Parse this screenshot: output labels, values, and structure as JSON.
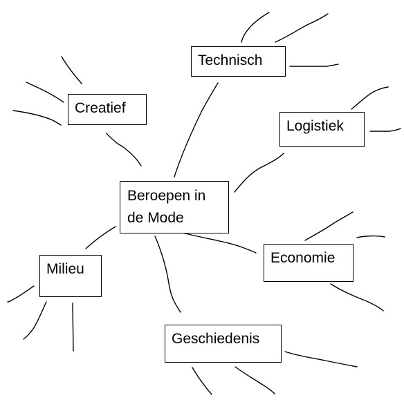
{
  "mindmap": {
    "center": {
      "label": "Beroepen in de Mode"
    },
    "nodes": [
      {
        "id": "technisch",
        "label": "Technisch"
      },
      {
        "id": "creatief",
        "label": "Creatief"
      },
      {
        "id": "logistiek",
        "label": "Logistiek"
      },
      {
        "id": "economie",
        "label": "Economie"
      },
      {
        "id": "milieu",
        "label": "Milieu"
      },
      {
        "id": "geschiedenis",
        "label": "Geschiedenis"
      }
    ]
  },
  "colors": {
    "line": "#000000",
    "background": "#ffffff",
    "box_border": "#000000"
  }
}
